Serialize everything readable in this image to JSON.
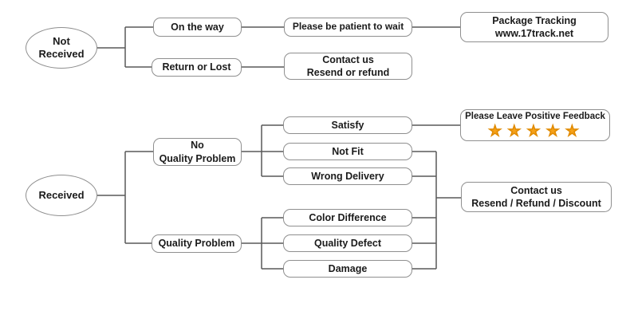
{
  "flowchart": {
    "not_received_branch": {
      "start": "Not Received",
      "on_the_way": "On the way",
      "be_patient": "Please be patient to wait",
      "package_tracking": {
        "line1": "Package Tracking",
        "line2": "www.17track.net"
      },
      "return_or_lost": "Return or Lost",
      "contact_resend": {
        "line1": "Contact us",
        "line2": "Resend or refund"
      }
    },
    "received_branch": {
      "start": "Received",
      "no_quality_problem": {
        "line1": "No",
        "line2": "Quality Problem"
      },
      "satisfy": "Satisfy",
      "feedback": {
        "label": "Please Leave Positive Feedback",
        "stars": "★★★★★",
        "star_count": 5
      },
      "not_fit": "Not Fit",
      "wrong_delivery": "Wrong Delivery",
      "quality_problem": "Quality Problem",
      "color_difference": "Color Difference",
      "quality_defect": "Quality Defect",
      "damage": "Damage",
      "contact_discount": {
        "line1": "Contact us",
        "line2": "Resend / Refund / Discount"
      }
    },
    "colors": {
      "line": "#595959",
      "box_border": "#8f8f8f",
      "text": "#1b1b1b",
      "star": "#F6A118",
      "background": "#ffffff"
    }
  }
}
